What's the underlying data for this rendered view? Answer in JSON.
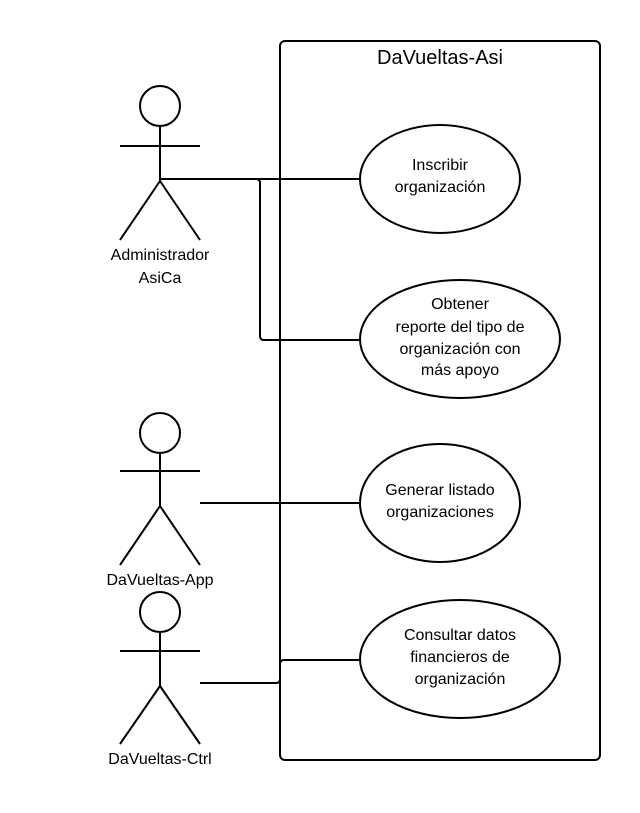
{
  "system": {
    "title": "DaVueltas-Asi"
  },
  "actors": [
    {
      "id": "admin",
      "lines": [
        "Administrador",
        "AsiCa"
      ]
    },
    {
      "id": "app",
      "lines": [
        "DaVueltas-App"
      ]
    },
    {
      "id": "ctrl",
      "lines": [
        "DaVueltas-Ctrl"
      ]
    }
  ],
  "use_cases": [
    {
      "id": "inscribir",
      "lines": [
        "Inscribir",
        "organización"
      ]
    },
    {
      "id": "reporte",
      "lines": [
        "Obtener",
        "reporte del tipo de",
        "organización con",
        "más apoyo"
      ]
    },
    {
      "id": "listado",
      "lines": [
        "Generar listado",
        "organizaciones"
      ]
    },
    {
      "id": "consultar",
      "lines": [
        "Consultar datos",
        "financieros de",
        "organización"
      ]
    }
  ]
}
